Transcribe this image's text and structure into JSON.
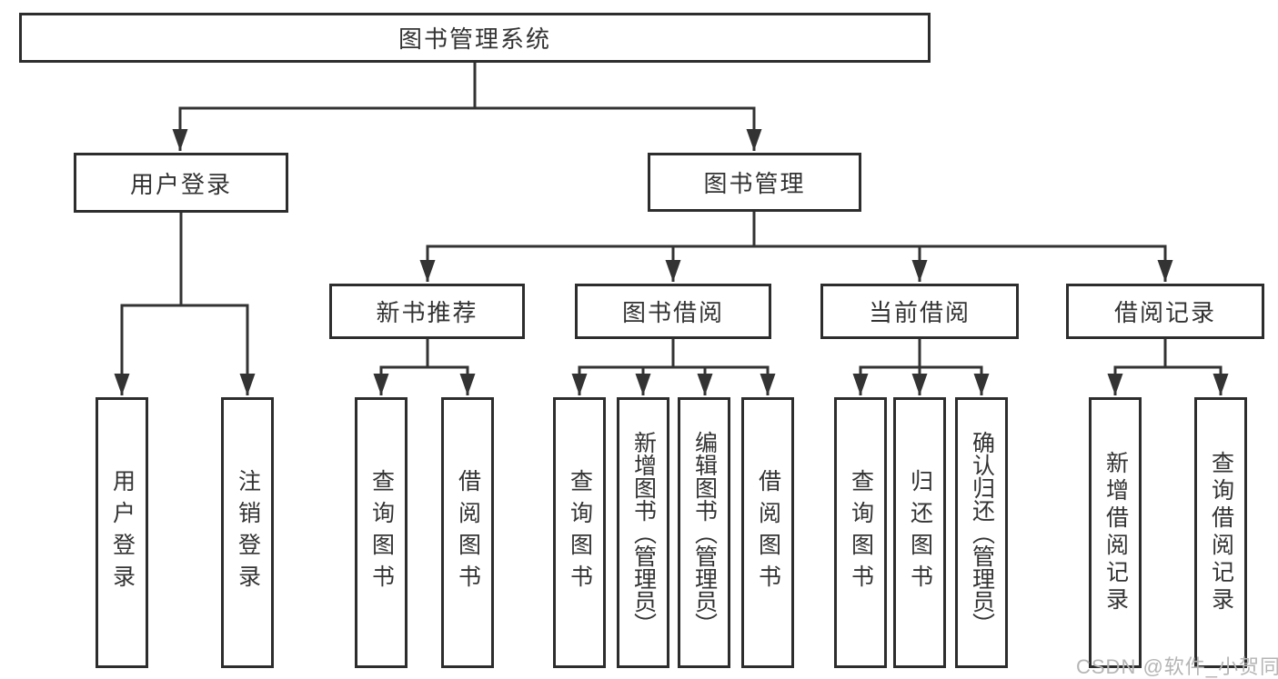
{
  "diagram": {
    "root": {
      "label": "图书管理系统"
    },
    "branches": [
      {
        "label": "用户登录",
        "children": [
          {
            "label": "用户登录"
          },
          {
            "label": "注销登录"
          }
        ]
      },
      {
        "label": "图书管理",
        "children": [
          {
            "label": "新书推荐",
            "children": [
              {
                "label": "查询图书"
              },
              {
                "label": "借阅图书"
              }
            ]
          },
          {
            "label": "图书借阅",
            "children": [
              {
                "label": "查询图书"
              },
              {
                "label": "新增图书（管理员）"
              },
              {
                "label": "编辑图书（管理员）"
              },
              {
                "label": "借阅图书"
              }
            ]
          },
          {
            "label": "当前借阅",
            "children": [
              {
                "label": "查询图书"
              },
              {
                "label": "归还图书"
              },
              {
                "label": "确认归还（管理员）"
              }
            ]
          },
          {
            "label": "借阅记录",
            "children": [
              {
                "label": "新增借阅记录"
              },
              {
                "label": "查询借阅记录"
              }
            ]
          }
        ]
      }
    ]
  },
  "watermark": {
    "text": "CSDN @软件_小贺同学"
  },
  "colors": {
    "line": "#333333",
    "box_border": "#2d2d2d",
    "text": "#333333",
    "watermark": "#b5b5b5",
    "background": "#ffffff"
  }
}
